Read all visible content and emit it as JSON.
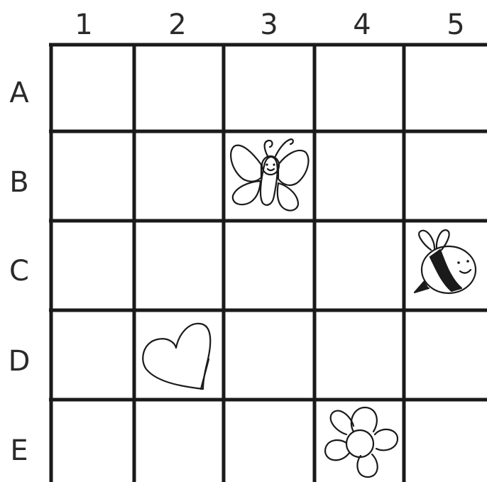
{
  "grid": {
    "columns": [
      "1",
      "2",
      "3",
      "4",
      "5"
    ],
    "rows": [
      "A",
      "B",
      "C",
      "D",
      "E"
    ],
    "line_color": "#1a1a1a",
    "label_color": "#2a2a2a"
  },
  "items": [
    {
      "name": "butterfly",
      "icon": "butterfly-icon",
      "row": "B",
      "column": "3"
    },
    {
      "name": "bee",
      "icon": "bee-icon",
      "row": "C",
      "column": "5"
    },
    {
      "name": "heart",
      "icon": "heart-icon",
      "row": "D",
      "column": "2"
    },
    {
      "name": "flower",
      "icon": "flower-icon",
      "row": "E",
      "column": "4"
    }
  ]
}
